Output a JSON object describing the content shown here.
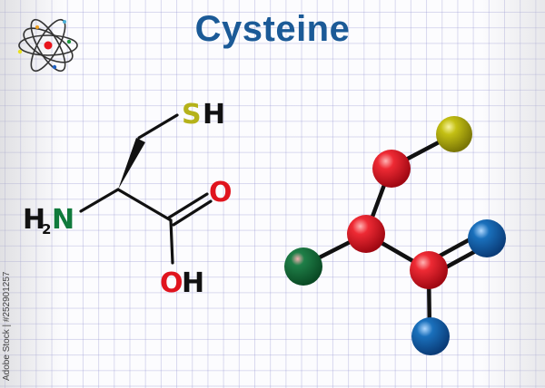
{
  "title": "Cysteine",
  "skeletal_formula": {
    "labels": {
      "amine_h2": "H",
      "amine_sub": "2",
      "amine_n": "N",
      "thiol_s": "S",
      "thiol_h": "H",
      "carbonyl_o": "O",
      "hydroxyl_o": "O",
      "hydroxyl_h": "H"
    },
    "colors": {
      "sulfur": "#b5b21a",
      "nitrogen": "#107a3c",
      "oxygen": "#e0141e",
      "carbon_hydrogen": "#111111"
    }
  },
  "ball_and_stick_model": {
    "atoms": [
      {
        "element": "S",
        "color": "#b8b40e"
      },
      {
        "element": "C",
        "color": "#e01e2a"
      },
      {
        "element": "C",
        "color": "#e01e2a"
      },
      {
        "element": "N",
        "color": "#157340"
      },
      {
        "element": "C",
        "color": "#e01e2a"
      },
      {
        "element": "O",
        "color": "#1466b0"
      },
      {
        "element": "O",
        "color": "#1466b0"
      }
    ]
  },
  "icon": "atom-icon",
  "watermark": "Adobe Stock | #252901257",
  "colors": {
    "title": "#1b5a97",
    "grid": "#9696d2"
  }
}
